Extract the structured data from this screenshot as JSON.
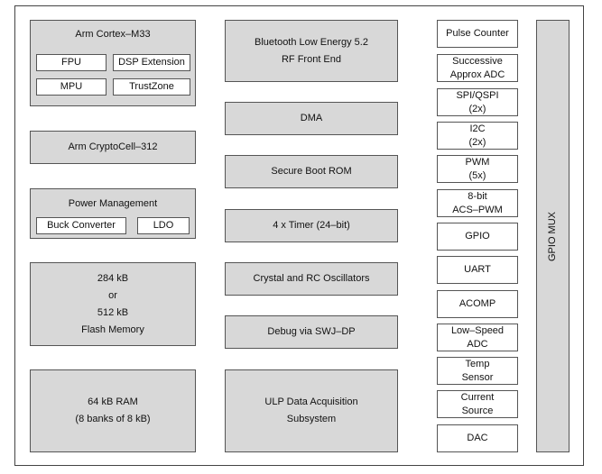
{
  "cpu": {
    "title": "Arm Cortex–M33",
    "items": [
      "FPU",
      "DSP Extension",
      "MPU",
      "TrustZone"
    ]
  },
  "crypto": "Arm CryptoCell–312",
  "power": {
    "title": "Power Management",
    "items": [
      "Buck Converter",
      "LDO"
    ]
  },
  "flash": [
    "284  kB",
    "or",
    "512  kB",
    "Flash Memory"
  ],
  "ram": [
    "64 kB RAM",
    "(8 banks of 8 kB)"
  ],
  "middle": {
    "ble": [
      "Bluetooth Low Energy 5.2",
      "RF Front End"
    ],
    "dma": "DMA",
    "secure_boot": "Secure Boot ROM",
    "timer": "4 x Timer  (24–bit)",
    "oscillators": "Crystal and RC Oscillators",
    "debug": "Debug via SWJ–DP",
    "ulp": [
      "ULP Data Acquisition",
      "Subsystem"
    ]
  },
  "peripherals": [
    [
      "Pulse Counter"
    ],
    [
      "Successive",
      "Approx ADC"
    ],
    [
      "SPI/QSPI",
      "(2x)"
    ],
    [
      "I2C",
      "(2x)"
    ],
    [
      "PWM",
      "(5x)"
    ],
    [
      "8-bit",
      "ACS–PWM"
    ],
    [
      "GPIO"
    ],
    [
      "UART"
    ],
    [
      "ACOMP"
    ],
    [
      "Low–Speed",
      "ADC"
    ],
    [
      "Temp",
      "Sensor"
    ],
    [
      "Current",
      "Source"
    ],
    [
      "DAC"
    ]
  ],
  "gpio_mux": "GPIO MUX"
}
